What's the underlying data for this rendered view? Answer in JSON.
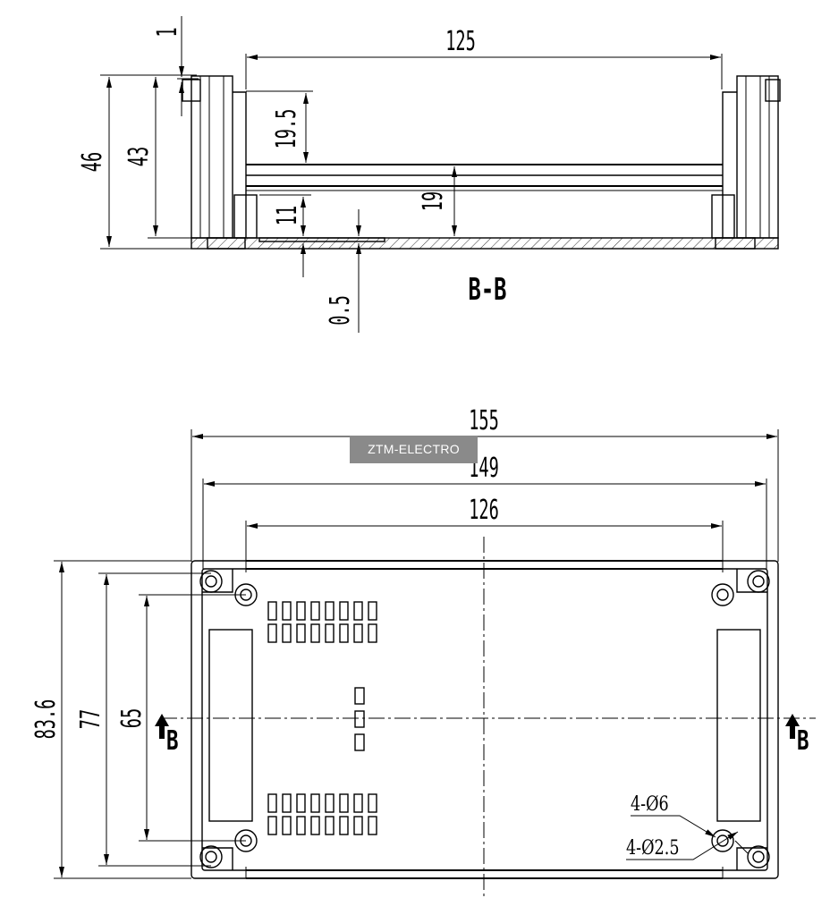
{
  "watermark": "ZTM-ELECTRO",
  "section_view": {
    "title": "B-B",
    "dims": {
      "width_inner": "125",
      "wall_1": "1",
      "height_outer": "46",
      "height_inner": "43",
      "depth_19_5": "19.5",
      "height_19": "19",
      "height_11": "11",
      "floor_0_5": "0.5"
    }
  },
  "plan_view": {
    "dims": {
      "width_155": "155",
      "width_149": "149",
      "width_126": "126",
      "height_83_6": "83.6",
      "height_77": "77",
      "height_65": "65"
    },
    "holes": {
      "large": "4-Ø6",
      "small": "4-Ø2.5"
    },
    "section_marker": "B"
  }
}
